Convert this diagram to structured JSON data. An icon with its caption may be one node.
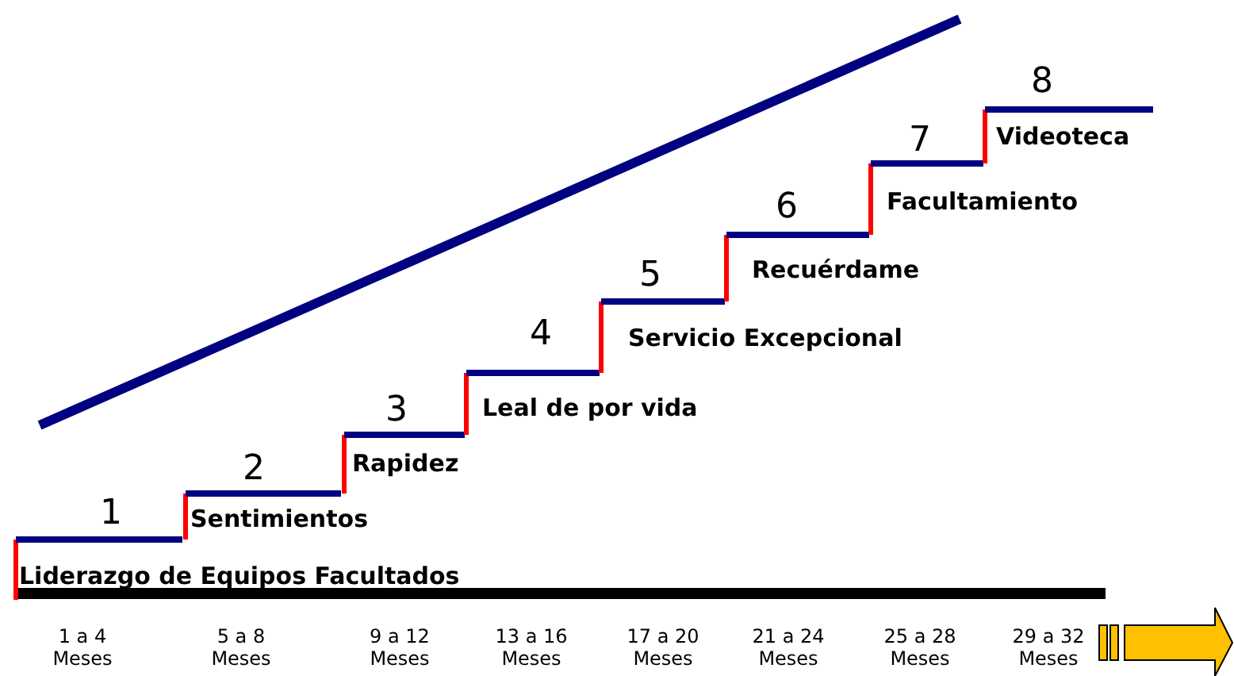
{
  "diagram": {
    "labels": [
      "1",
      "Liderazgo de Equipos Facultados",
      "2",
      "Sentimientos",
      "3",
      "Rapidez",
      "4",
      "Leal de por vida",
      "5",
      "Servicio Excepcional",
      "6",
      "Recuérdame",
      "7",
      "Facultamiento",
      "8",
      "Videoteca",
      "1 a 4 Meses",
      "5 a 8 Meses",
      "9 a 12 Meses",
      "13 a 16 Meses",
      "17 a 20 Meses",
      "21 a 24 Meses",
      "25 a 28 Meses",
      "29 a 32 Meses"
    ]
  }
}
